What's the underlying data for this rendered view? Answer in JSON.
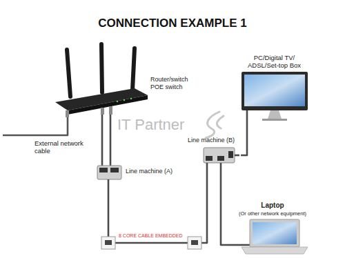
{
  "diagram": {
    "title": "CONNECTION EXAMPLE 1",
    "nodes": [
      {
        "text": [
          "Router/switch POE switch"
        ]
      },
      {
        "text": [
          "Line machine (A)"
        ]
      },
      {
        "text": [
          "Line machine (B)"
        ]
      },
      {
        "text": [
          "PC/Digital TV/ ADSL/Set-top Box"
        ]
      },
      {
        "text": [
          "Laptop",
          "(Or other network equipment)"
        ]
      }
    ],
    "edges": [
      {
        "from": 0,
        "to": 1,
        "arrow": "none"
      },
      {
        "from": 0,
        "to": 1,
        "arrow": "none"
      },
      {
        "from": 1,
        "to": 2,
        "arrow": "none"
      },
      {
        "from": 2,
        "to": 3,
        "arrow": "none"
      },
      {
        "from": 2,
        "to": 4,
        "arrow": "none"
      }
    ],
    "labels": [
      "External network cable",
      "8 CORE CABLE EMBEDDED",
      "IT Partner"
    ]
  }
}
